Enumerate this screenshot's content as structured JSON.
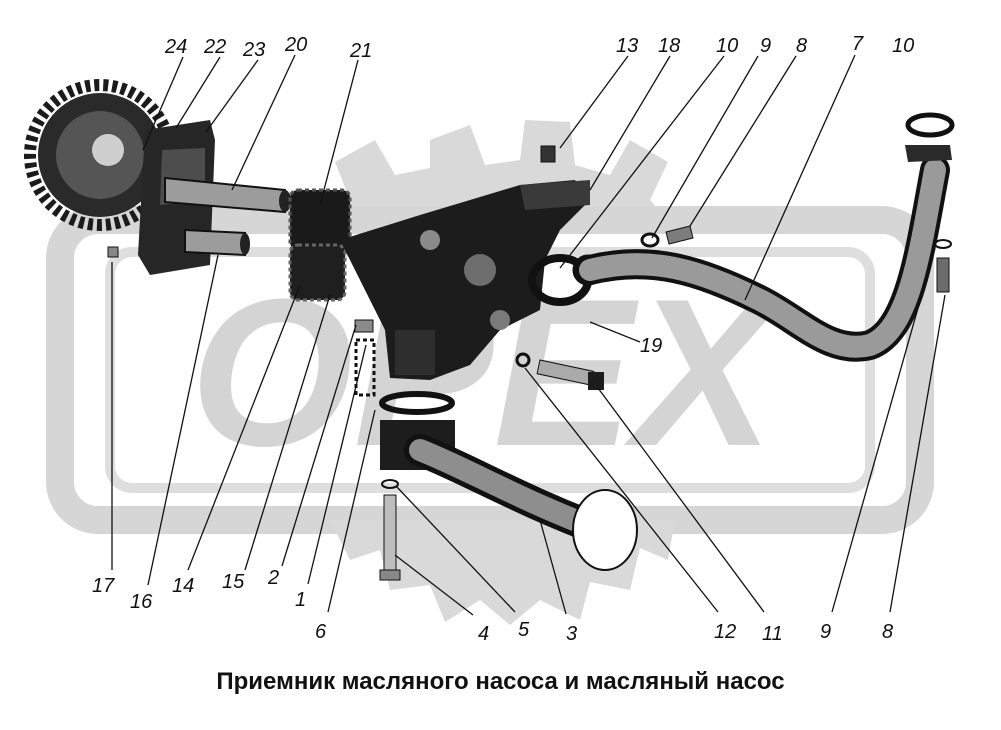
{
  "caption": "Приемник масляного насоса и масляный насос",
  "watermark": {
    "text": "OPEX",
    "color": "#d6d6d6"
  },
  "colors": {
    "ink": "#111111",
    "shade": "#6b6b6b",
    "light": "#bdbdbd"
  },
  "callouts": {
    "n1": "1",
    "n2": "2",
    "n3": "3",
    "n4": "4",
    "n5": "5",
    "n6": "6",
    "n7": "7",
    "n8_top": "8",
    "n8_bottom": "8",
    "n9_top": "9",
    "n9_bottom": "9",
    "n10_mid": "10",
    "n10_right": "10",
    "n11": "11",
    "n12": "12",
    "n13": "13",
    "n14": "14",
    "n15": "15",
    "n16": "16",
    "n17": "17",
    "n18": "18",
    "n19": "19",
    "n20": "20",
    "n21": "21",
    "n22": "22",
    "n23": "23",
    "n24": "24"
  }
}
